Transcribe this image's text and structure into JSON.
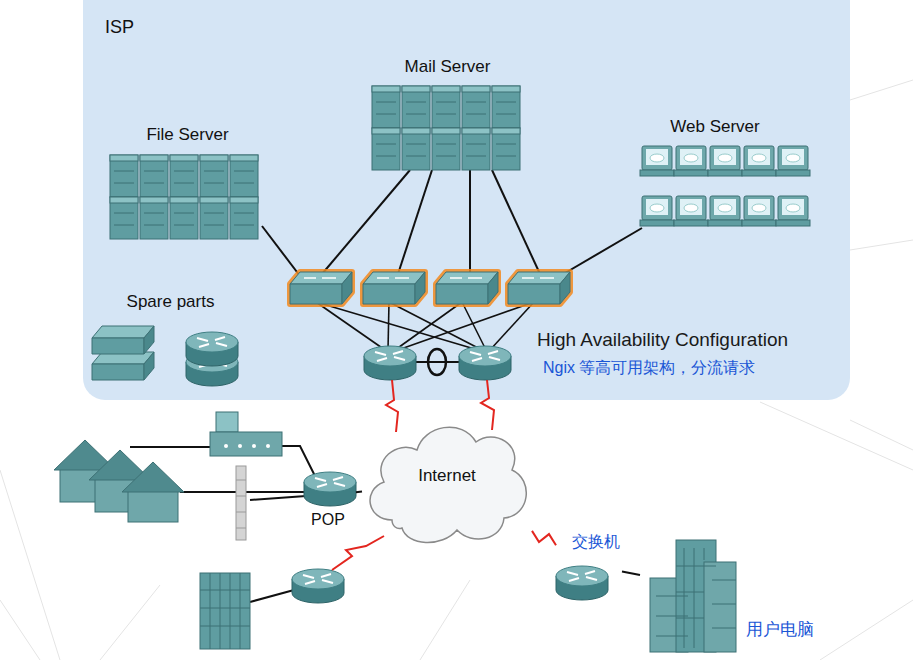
{
  "diagram": {
    "nodes": [
      {
        "text": [
          "ISP"
        ]
      },
      {
        "text": [
          "File Server"
        ],
        "in": 0
      },
      {
        "text": [
          "Mail Server"
        ],
        "in": 0
      },
      {
        "text": [
          "Web Server"
        ],
        "in": 0
      },
      {
        "text": [
          "Spare parts"
        ],
        "in": 0
      },
      {
        "text": [
          "Internet"
        ]
      },
      {
        "text": [
          "POP"
        ]
      },
      {
        "text": [
          "交换机"
        ]
      },
      {
        "text": [
          "用户电脑"
        ]
      }
    ],
    "edges": [
      {
        "from": 6,
        "to": 5,
        "arrow": "none"
      },
      {
        "from": 7,
        "to": 5,
        "arrow": "none"
      },
      {
        "from": 7,
        "to": 8,
        "arrow": "none"
      }
    ],
    "labels": [
      "High Availability Configuration",
      "Ngix 等高可用架构，分流请求"
    ]
  }
}
